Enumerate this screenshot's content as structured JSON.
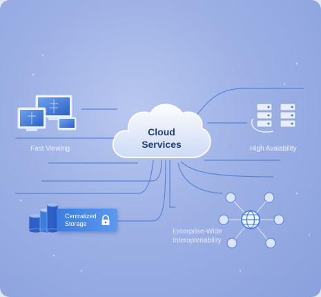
{
  "cloud": {
    "line1": "Cloud",
    "line2": "Services"
  },
  "nodes": {
    "fast_viewing": "Fast Viewing",
    "high_availability": "High Avaiability",
    "centralized_storage": {
      "line1": "Centralized",
      "line2": "Storage"
    },
    "enterprise": {
      "line1": "Enterprise-Wide",
      "line2": "Interopteriability"
    }
  },
  "colors": {
    "accent": "#3c7de0",
    "cloud_text": "#1f3f7a",
    "line": "#4f7fd6"
  },
  "icons": [
    "monitor-icon",
    "database-icon",
    "lock-icon",
    "globe-icon",
    "server-icon",
    "network-icon"
  ]
}
